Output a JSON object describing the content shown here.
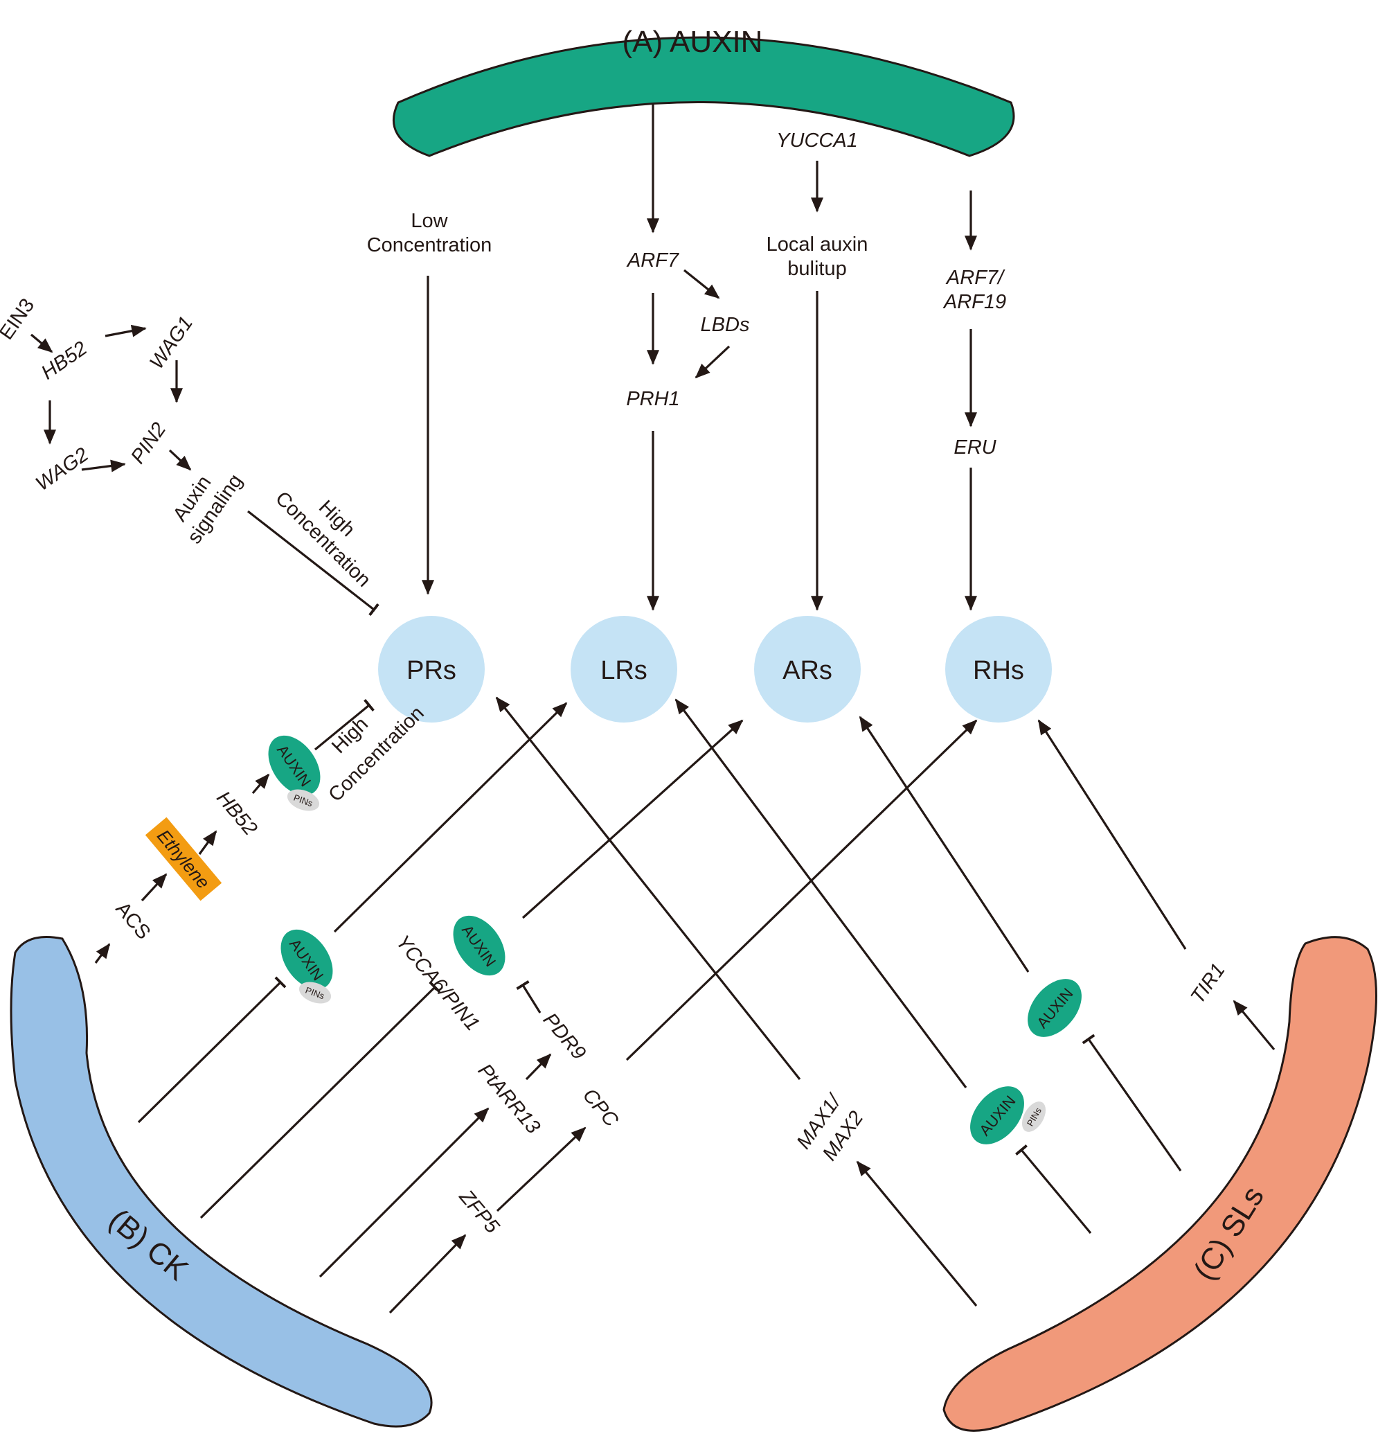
{
  "bands": {
    "auxin": {
      "label": "(A) AUXIN",
      "color": "#17a684"
    },
    "ck": {
      "label": "(B)  CK",
      "color": "#98c0e6"
    },
    "sls": {
      "label": "(C) SLs",
      "color": "#f1997a"
    }
  },
  "targets": {
    "prs": "PRs",
    "lrs": "LRs",
    "ars": "ARs",
    "rhs": "RHs",
    "color": "#c5e3f5"
  },
  "auxin_pathway": {
    "low_1": "Low",
    "low_2": "Concentration",
    "arf7": "ARF7",
    "lbds": "LBDs",
    "prh1": "PRH1",
    "yucca1": "YUCCA1",
    "local_1": "Local auxin",
    "local_2": "bulitup",
    "arf7_19_1": "ARF7/",
    "arf7_19_2": "ARF19",
    "eru": "ERU"
  },
  "ethylene_pathway": {
    "ein3": "EIN3",
    "hb52": "HB52",
    "wag1": "WAG1",
    "wag2": "WAG2",
    "pin2": "PIN2",
    "auxin_1": "Auxin",
    "auxin_2": "signaling",
    "high_1": "High",
    "high_2": "Concentration",
    "acs": "ACS",
    "ethylene": "Ethylene",
    "hb52_b": "HB52",
    "high_b1": "High",
    "high_b2": "Concentration"
  },
  "ck_pathway": {
    "ycca6": "YCCA6/PIN1",
    "pdr9": "PDR9",
    "ptarr13": "PtARR13",
    "cpc": "CPC",
    "zfp5": "ZFP5"
  },
  "sl_pathway": {
    "max_1": "MAX1/",
    "max_2": "MAX2",
    "tir1": "TIR1"
  },
  "auxin_ovals": {
    "auxin": "AUXIN",
    "pins": "PINs",
    "color": "#17a684",
    "pins_color": "#d9d9d9"
  },
  "ethylene_box_color": "#f39c12"
}
